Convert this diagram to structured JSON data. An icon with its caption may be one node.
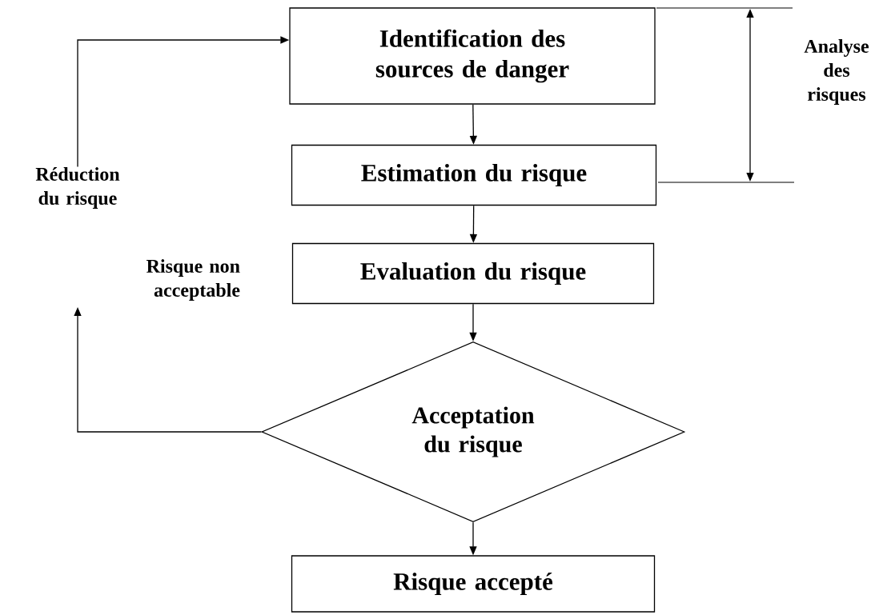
{
  "diagram": {
    "nodes": [
      {
        "text": [
          "Identification des sources de danger"
        ]
      },
      {
        "text": [
          "Estimation du risque"
        ]
      },
      {
        "text": [
          "Evaluation du risque"
        ]
      },
      {
        "text": [
          "Acceptation du risque"
        ]
      },
      {
        "text": [
          "Risque accepté"
        ]
      },
      {
        "text": [
          "Réduction du risque"
        ]
      }
    ],
    "edges": [
      {
        "from": 0,
        "to": 1,
        "arrow": "to"
      },
      {
        "from": 1,
        "to": 2,
        "arrow": "to"
      },
      {
        "from": 2,
        "to": 3,
        "arrow": "to"
      },
      {
        "from": 3,
        "to": 4,
        "arrow": "to"
      },
      {
        "from": 3,
        "to": null,
        "arrow": "to",
        "label": "Risque non acceptable"
      },
      {
        "from": 5,
        "to": 0,
        "arrow": "to"
      }
    ],
    "labels": [
      "Analyse des risques"
    ]
  }
}
